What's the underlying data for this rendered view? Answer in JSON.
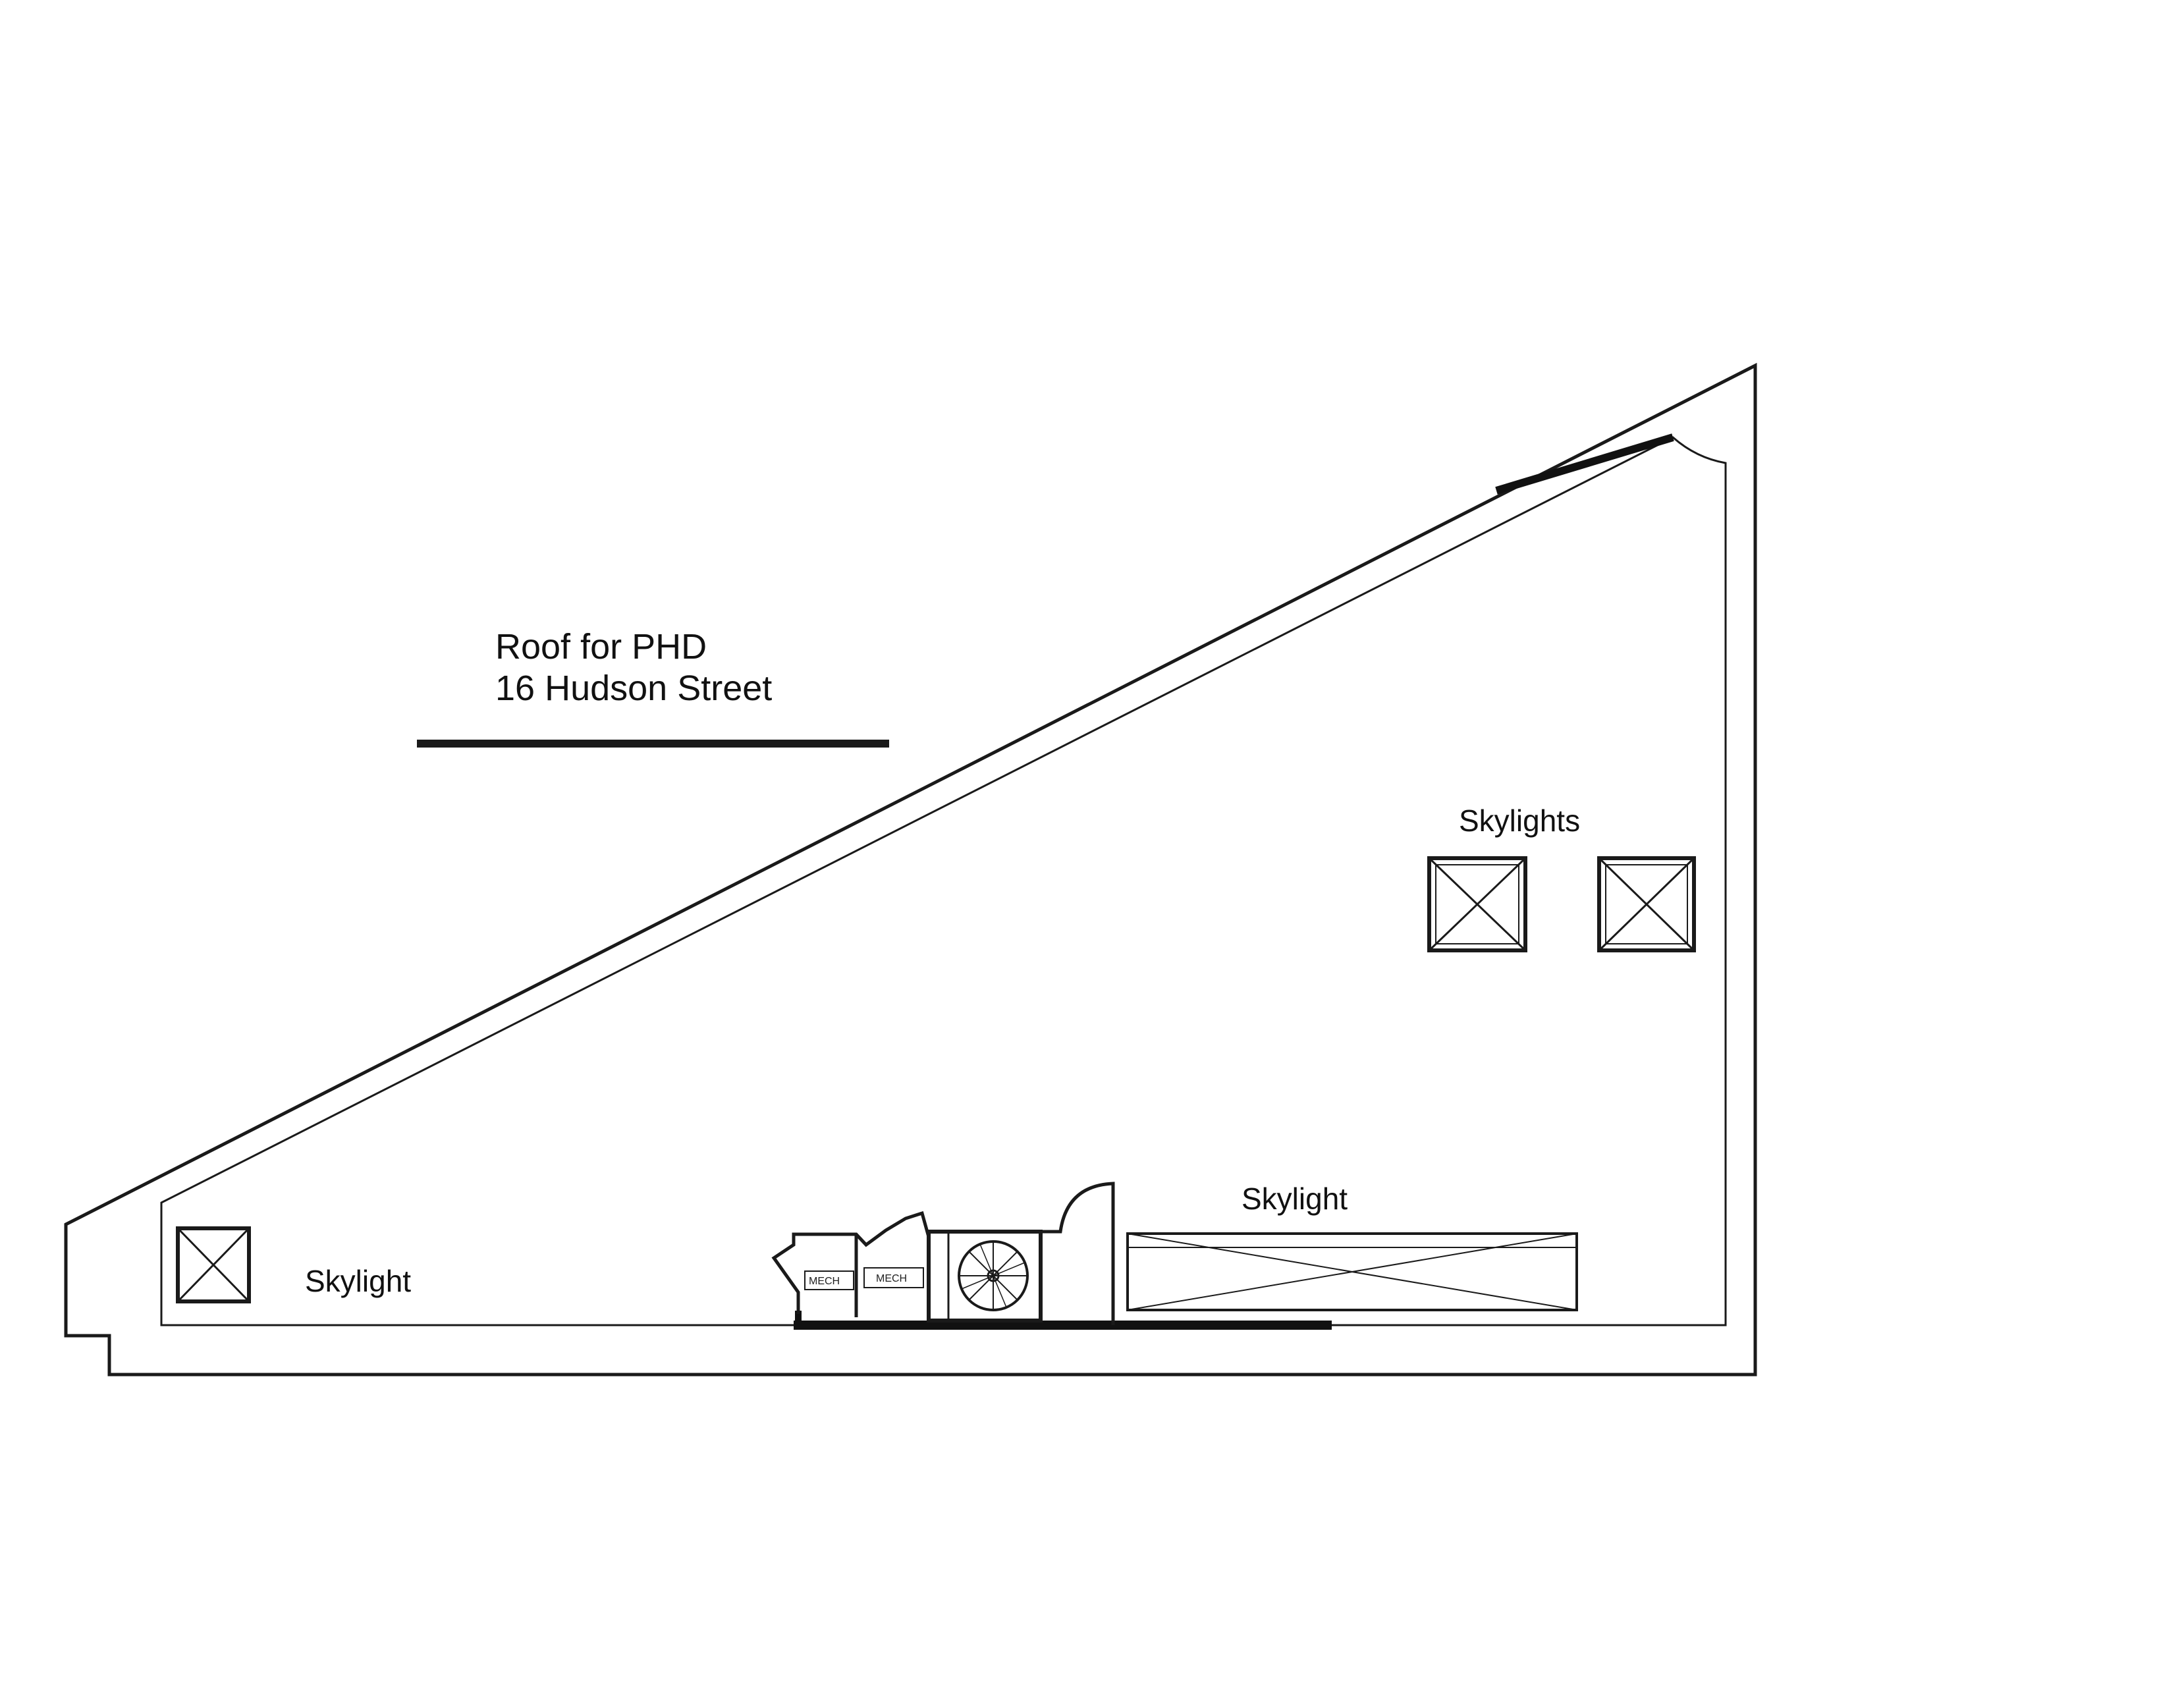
{
  "title": {
    "line1": "Roof for PHD",
    "line2": "16 Hudson Street"
  },
  "labels": {
    "skylights_right": "Skylights",
    "skylight_long": "Skylight",
    "skylight_left": "Skylight",
    "mech_1": "MECH",
    "mech_2": "MECH"
  },
  "colors": {
    "line": "#1a1a1a",
    "background": "#ffffff"
  }
}
